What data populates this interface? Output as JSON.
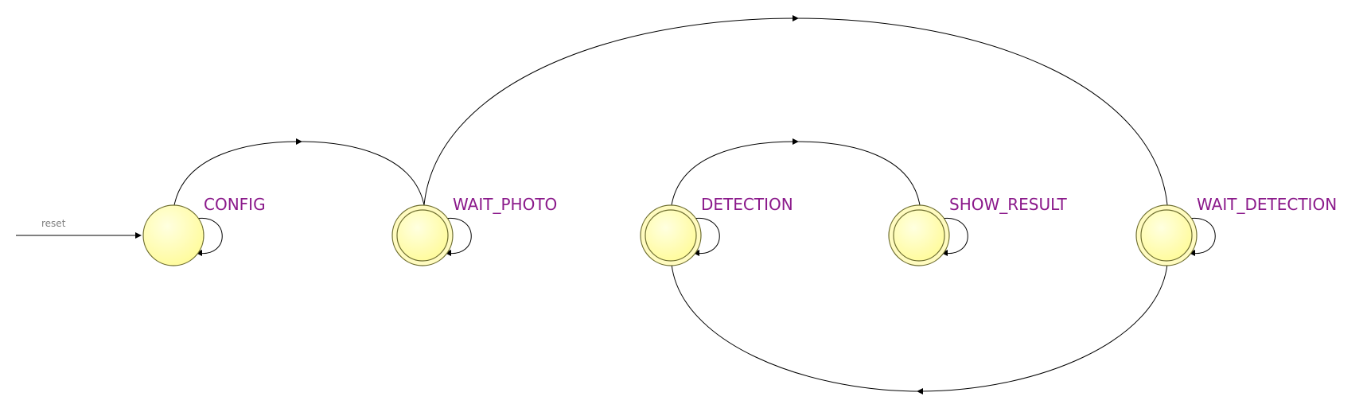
{
  "states": [
    {
      "id": "config",
      "label": "CONFIG",
      "initial": true,
      "double_ring": false
    },
    {
      "id": "wait_photo",
      "label": "WAIT_PHOTO",
      "initial": false,
      "double_ring": true
    },
    {
      "id": "detection",
      "label": "DETECTION",
      "initial": false,
      "double_ring": true
    },
    {
      "id": "show_result",
      "label": "SHOW_RESULT",
      "initial": false,
      "double_ring": true
    },
    {
      "id": "wait_detection",
      "label": "WAIT_DETECTION",
      "initial": false,
      "double_ring": true
    }
  ],
  "reset_label": "reset",
  "colors": {
    "state_fill": "#ffff99",
    "state_fill_highlight": "#ffffd6",
    "state_stroke": "#8a8a40",
    "label": "#8b1a8b",
    "reset_label": "#808080"
  }
}
